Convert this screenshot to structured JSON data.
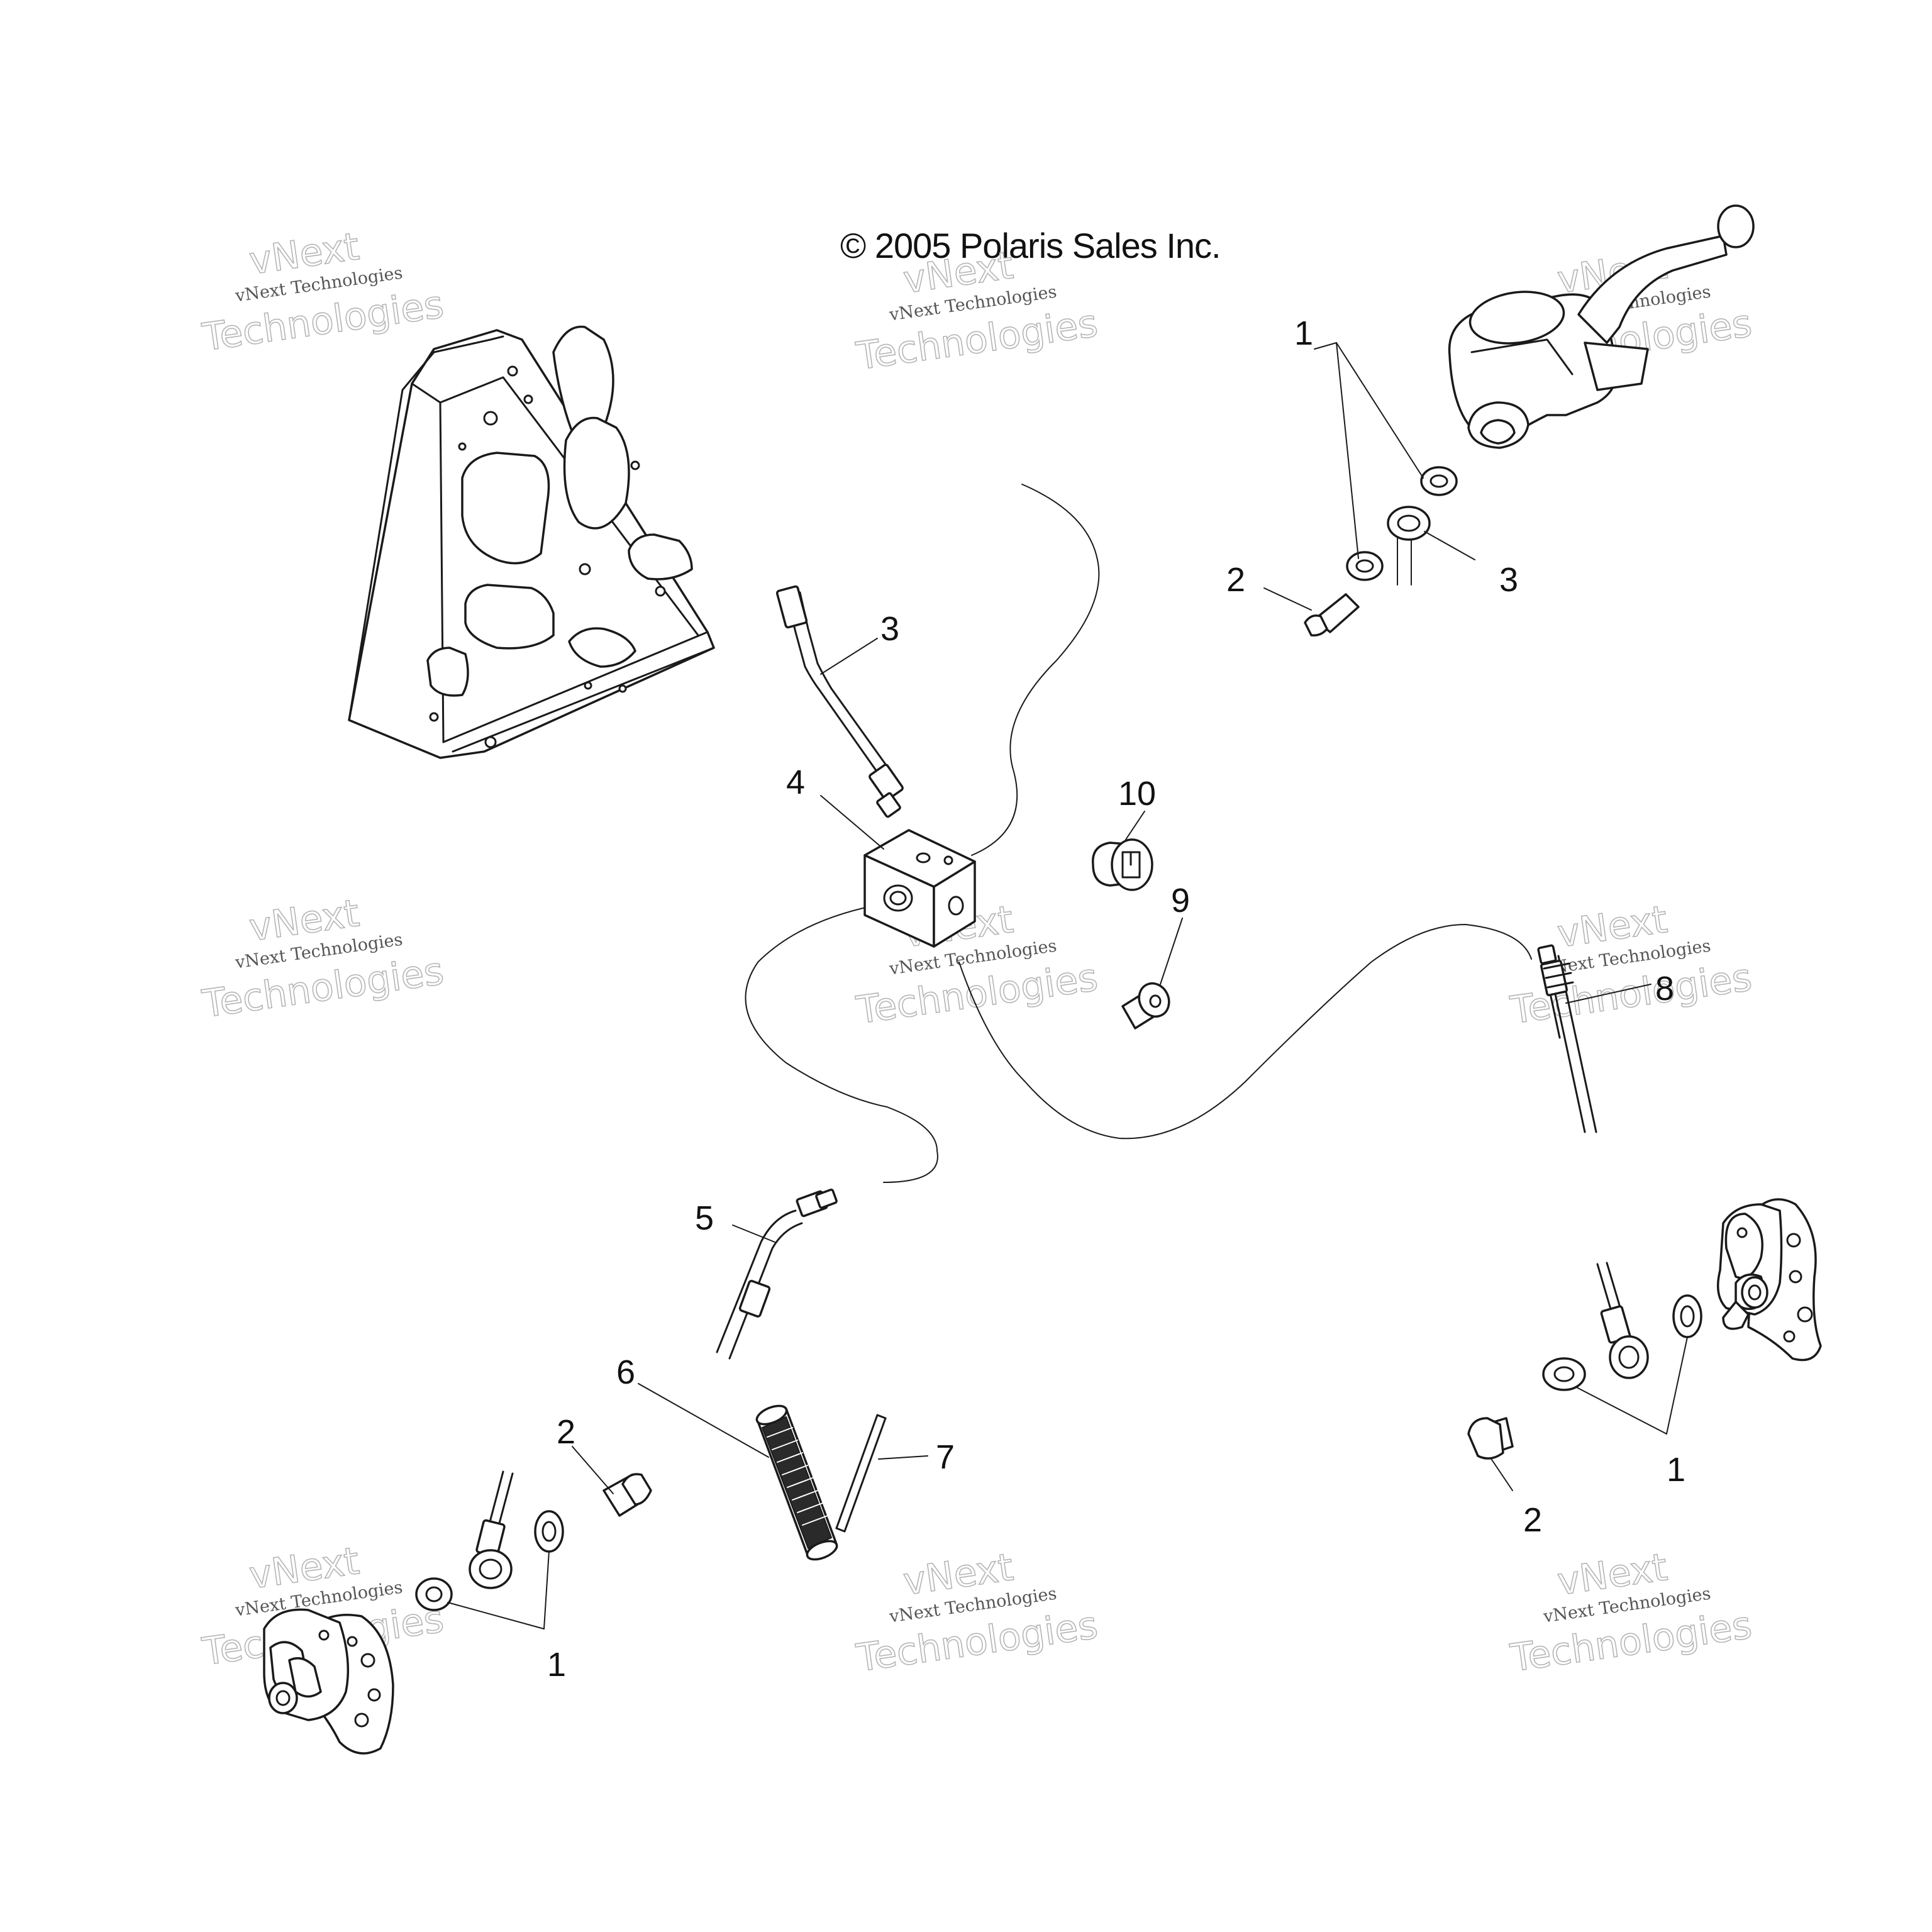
{
  "copyright": "© 2005 Polaris Sales Inc.",
  "watermark": {
    "line1": "vNext",
    "line2": "vNext Technologies",
    "line3": "Technologies"
  },
  "callouts": {
    "c1_top": "1",
    "c2_top": "2",
    "c3_top": "3",
    "c3_mid": "3",
    "c4": "4",
    "c10": "10",
    "c9": "9",
    "c8": "8",
    "c5": "5",
    "c6": "6",
    "c7": "7",
    "c2_left": "2",
    "c1_left": "1",
    "c1_right": "1",
    "c2_right": "2"
  }
}
